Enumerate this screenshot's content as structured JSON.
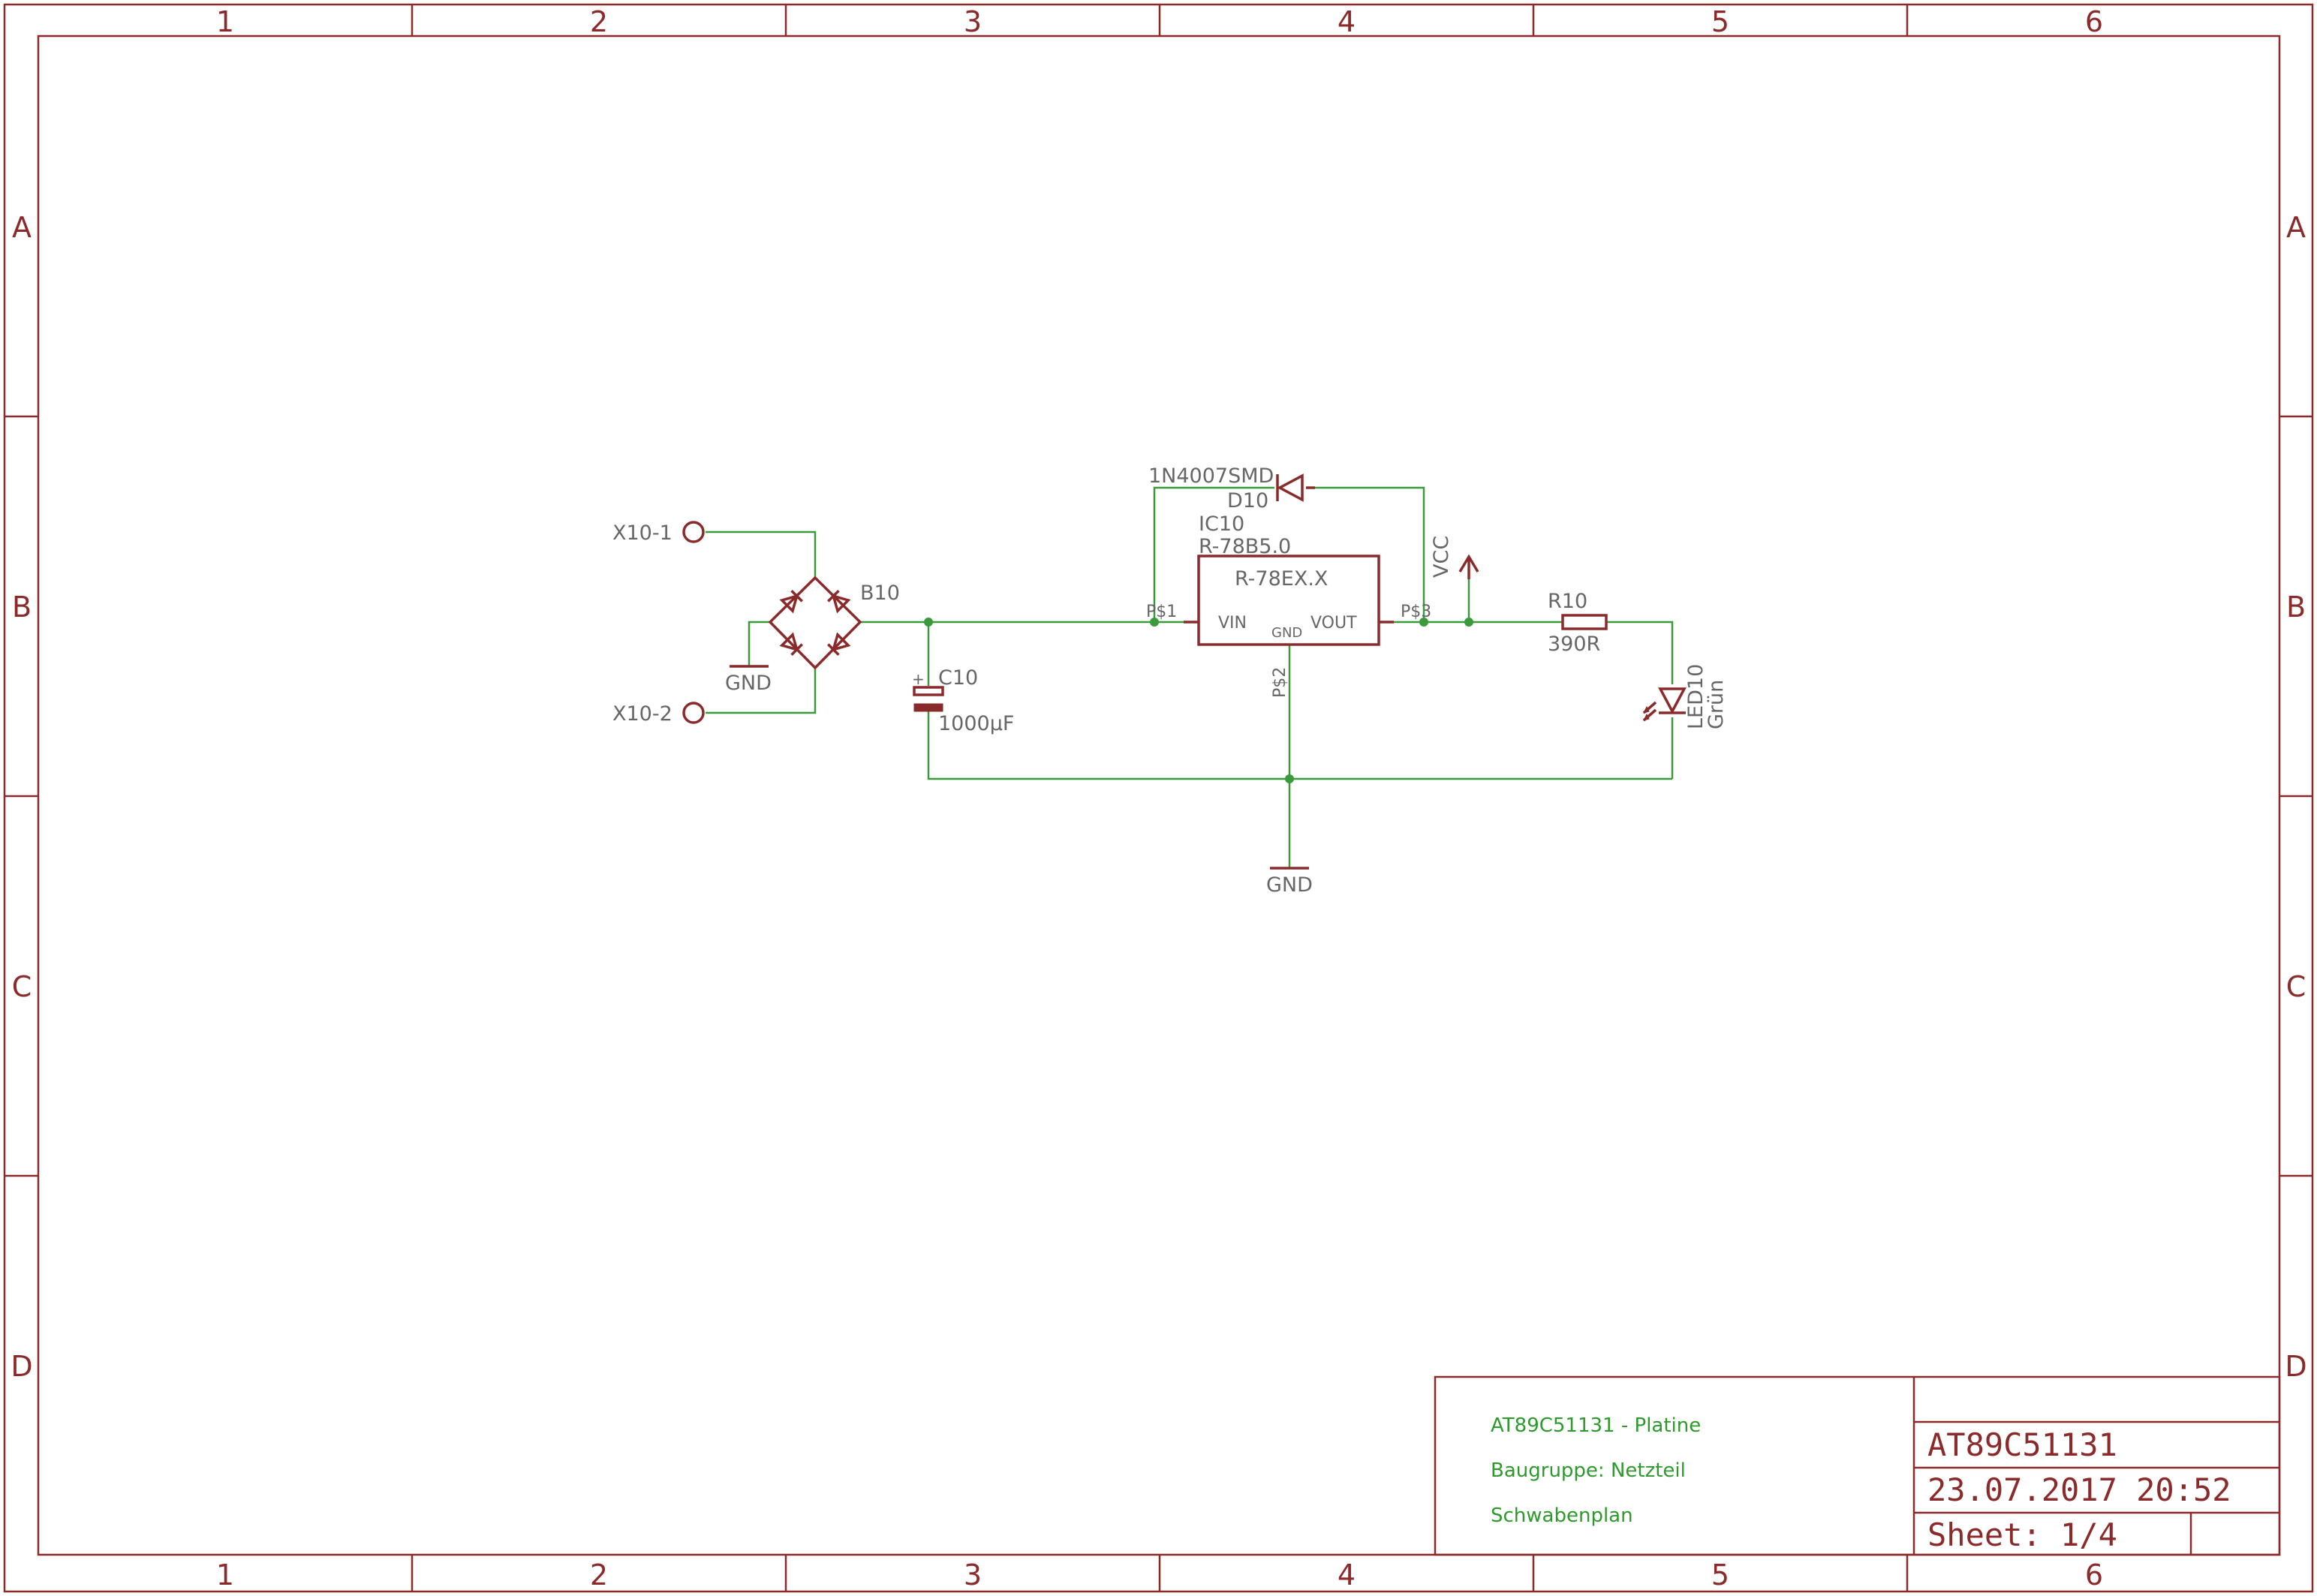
{
  "frame": {
    "columns": [
      "1",
      "2",
      "3",
      "4",
      "5",
      "6"
    ],
    "rows": [
      "A",
      "B",
      "C",
      "D"
    ]
  },
  "connectors": {
    "x10_1": "X10-1",
    "x10_2": "X10-2"
  },
  "bridge": {
    "name": "B10"
  },
  "gnd_bridge": "GND",
  "capacitor": {
    "plus": "+",
    "name": "C10",
    "value": "1000µF"
  },
  "diode": {
    "part": "1N4007SMD",
    "name": "D10"
  },
  "regulator": {
    "name": "IC10",
    "value": "R-78B5.0",
    "type": "R-78EX.X",
    "vin": "VIN",
    "vout": "VOUT",
    "gnd": "GND",
    "ps1": "P$1",
    "ps2": "P$2",
    "ps3": "P$3"
  },
  "vcc": "VCC",
  "resistor": {
    "name": "R10",
    "value": "390R"
  },
  "led": {
    "name": "LED10",
    "value": "Grün"
  },
  "gnd_main": "GND",
  "title_block": {
    "line1": "AT89C51131 - Platine",
    "line2": "Baugruppe: Netzteil",
    "line3": "Schwabenplan",
    "name": "AT89C51131",
    "date": "23.07.2017  20:52",
    "sheet": "Sheet: 1/4"
  },
  "colors": {
    "frame": "#8b2a2a",
    "wire": "#3b9a3b",
    "label": "#666666"
  }
}
